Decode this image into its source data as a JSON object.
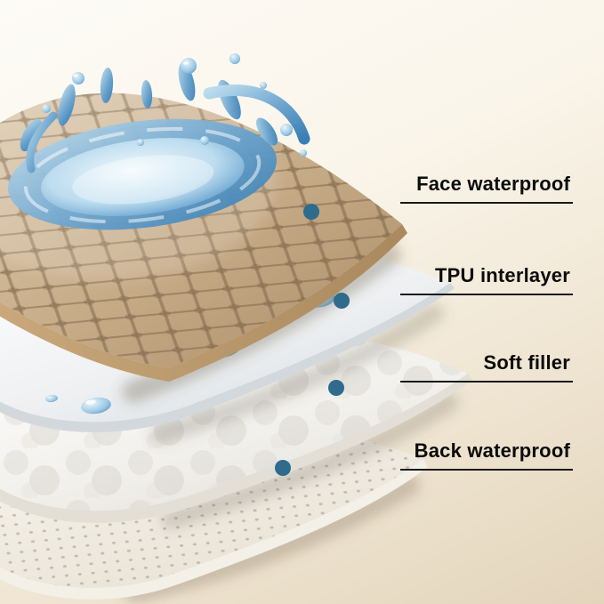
{
  "callouts": {
    "items": [
      {
        "text": "Face waterproof"
      },
      {
        "text": "TPU interlayer"
      },
      {
        "text": "Soft filler"
      },
      {
        "text": "Back waterproof"
      }
    ]
  },
  "palette": {
    "dot": "#2e6b8c",
    "underline": "#1a1a1a",
    "label_text": "#0b0b0b",
    "fabric": "#c9ae8a",
    "water": "#4186ba",
    "background_top": "#fdfbf6",
    "background_bottom": "#e3d5bc"
  }
}
